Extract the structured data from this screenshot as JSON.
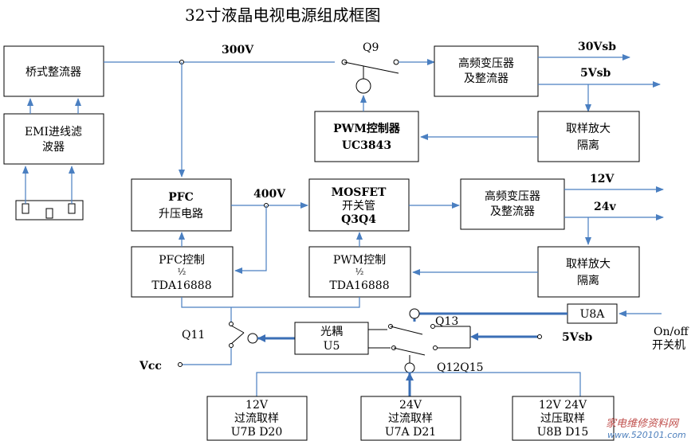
{
  "title": "32寸液晶电视电源组成框图",
  "blocks": {
    "rectifier": "桥式整流器",
    "emi": [
      "EMI进线滤",
      "波器"
    ],
    "pfc": [
      "PFC",
      "升压电路"
    ],
    "pfc_ctrl": [
      "PFC控制",
      "½",
      "TDA16888"
    ],
    "mosfet": [
      "MOSFET",
      "开关管",
      "Q3Q4"
    ],
    "pwm_ctrl_bottom": [
      "PWM控制",
      "½",
      "TDA16888"
    ],
    "pwm_top": [
      "PWM控制器",
      "UC3843"
    ],
    "hf_top": [
      "高频变压器",
      "及整流器"
    ],
    "hf_mid": [
      "高频变压器",
      "及整流器"
    ],
    "sample_top": [
      "取样放大",
      "隔离"
    ],
    "sample_mid": [
      "取样放大",
      "隔离"
    ],
    "optocoupler": [
      "光耦",
      "U5"
    ],
    "u8a": "U8A",
    "oc12": [
      "12V",
      "过流取样",
      "U7B  D20"
    ],
    "oc24": [
      "24V",
      "过流取样",
      "U7A  D21"
    ],
    "ov": [
      "12V  24V",
      "过压取样",
      "U8B  D15"
    ]
  },
  "labels": {
    "v300": "300V",
    "q9": "Q9",
    "v30sb": "30Vsb",
    "v5sb_top": "5Vsb",
    "v400": "400V",
    "v12": "12V",
    "v24": "24v",
    "q11": "Q11",
    "q13": "Q13",
    "q12q15": "Q12Q15",
    "v5sb_mid": "5Vsb",
    "vcc": "Vcc",
    "onoff": [
      "On/off",
      "开关机"
    ]
  },
  "watermark": {
    "cn": "家电维修资料网",
    "url": "www.520101.com"
  }
}
